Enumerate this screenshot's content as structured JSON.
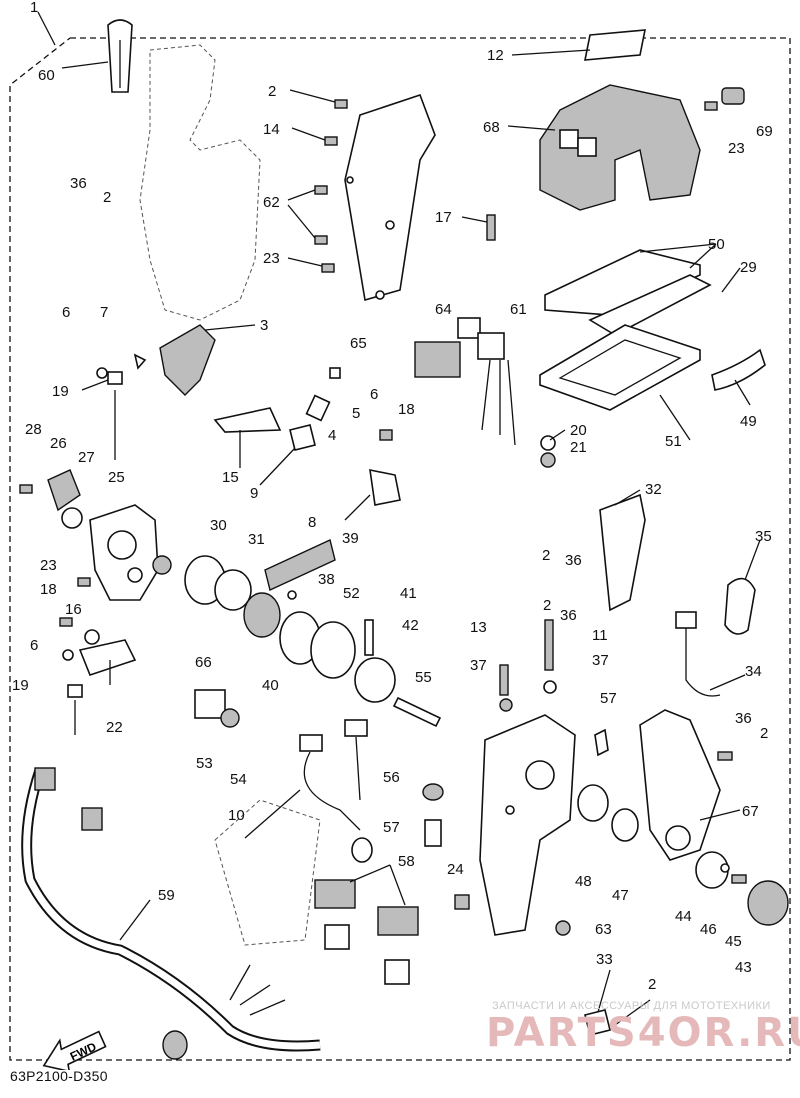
{
  "diagram": {
    "callouts": [
      "1",
      "2",
      "3",
      "4",
      "5",
      "6",
      "7",
      "8",
      "9",
      "10",
      "11",
      "12",
      "13",
      "14",
      "15",
      "16",
      "17",
      "18",
      "19",
      "20",
      "21",
      "22",
      "23",
      "24",
      "25",
      "26",
      "27",
      "28",
      "29",
      "30",
      "31",
      "32",
      "33",
      "34",
      "35",
      "36",
      "37",
      "38",
      "39",
      "40",
      "41",
      "42",
      "43",
      "44",
      "45",
      "46",
      "47",
      "48",
      "49",
      "50",
      "51",
      "52",
      "53",
      "54",
      "55",
      "56",
      "57",
      "58",
      "59",
      "60",
      "61",
      "62",
      "63",
      "64",
      "65",
      "66",
      "67",
      "68",
      "69"
    ],
    "diagram_code": "63P2100-D350",
    "fwd_arrow_label": "FWD"
  },
  "watermark": {
    "caption": "ЗАПЧАСТИ И АКСЕССУАРЫ ДЛЯ МОТОТЕХНИКИ",
    "brand": "PARTS4OR.RU"
  }
}
